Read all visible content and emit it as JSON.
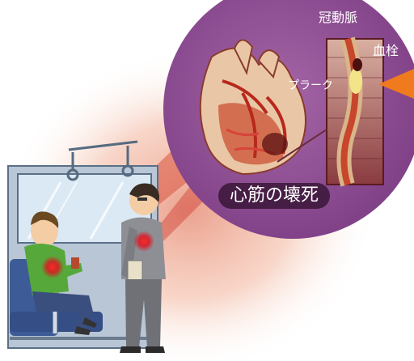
{
  "labels": {
    "coronary_artery": "冠動脈",
    "thrombus": "血栓",
    "plaque": "プラーク",
    "myocardial_necrosis": "心筋の壊死"
  },
  "colors": {
    "zoom_bubble": "#8e4c93",
    "alert_orange": "#f07a1e",
    "pain_red": "#e0101e",
    "train_wall": "#aebfd0",
    "seat_blue": "#3d5b97"
  },
  "icons": {
    "heart": "heart-illustration",
    "artery": "artery-cross-section",
    "pointer": "alert-arrow"
  }
}
